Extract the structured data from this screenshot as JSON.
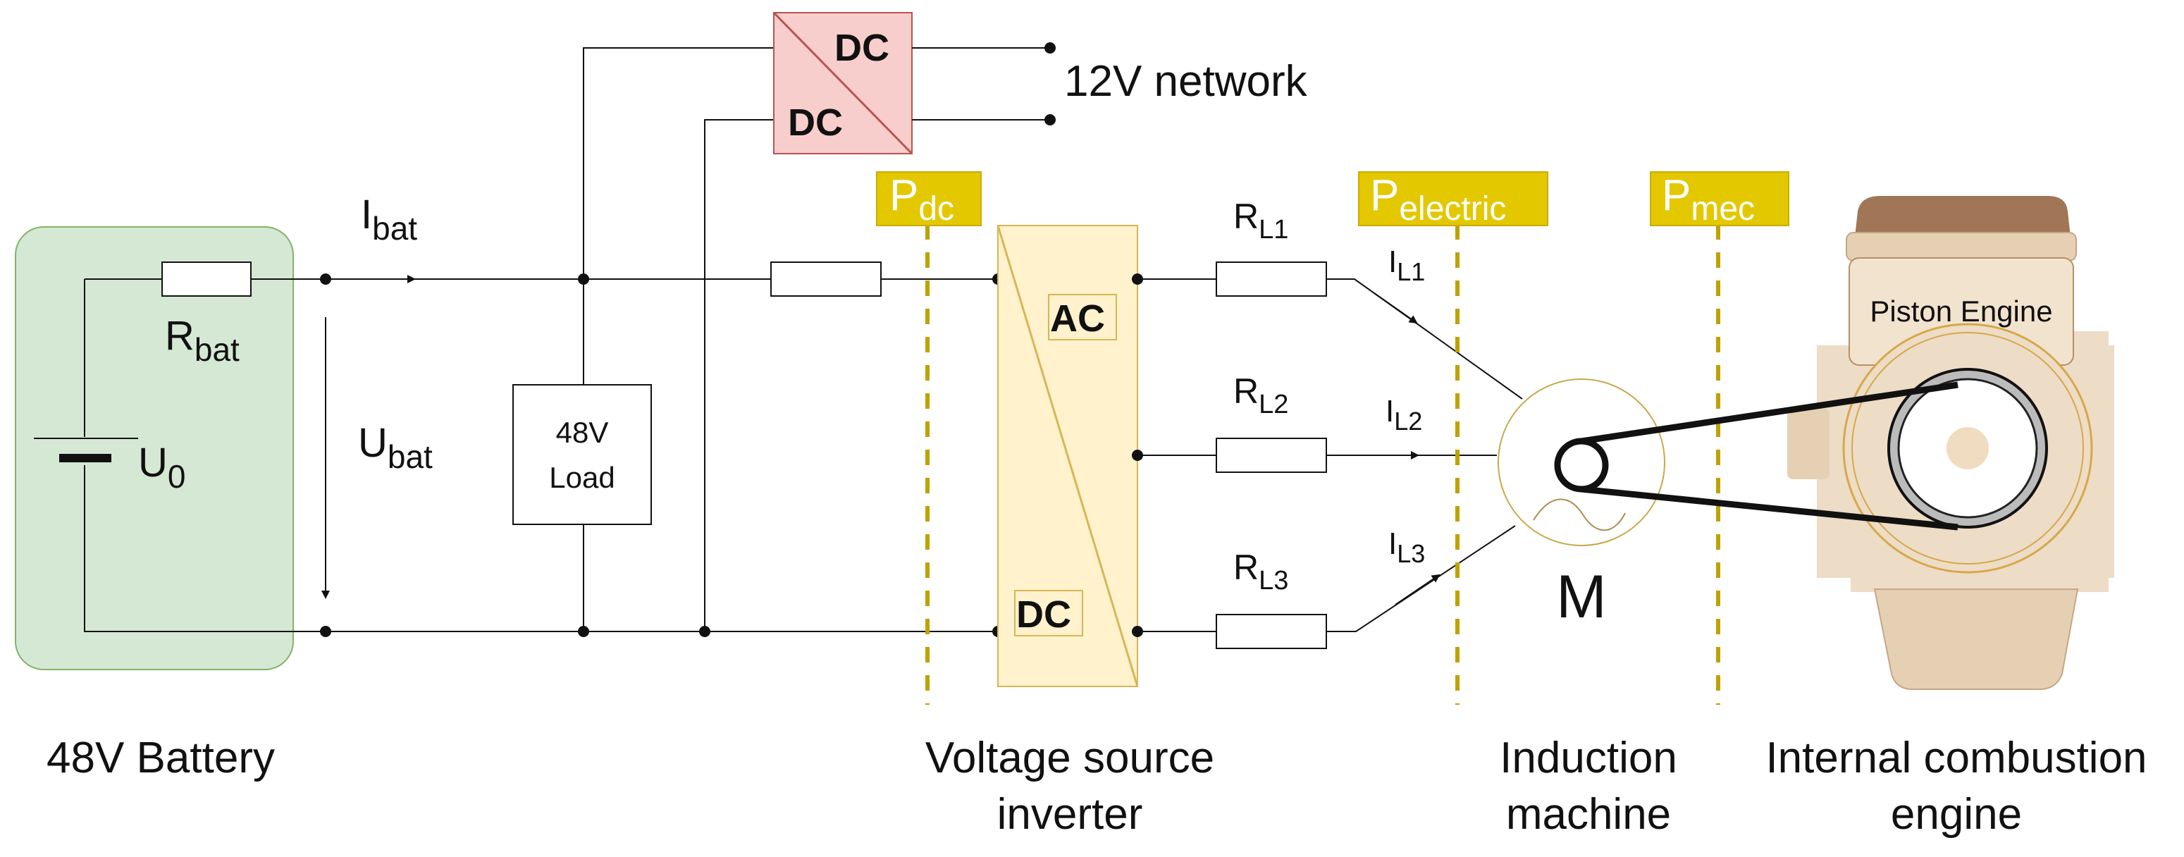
{
  "battery": {
    "label": "48V Battery",
    "current": {
      "main": "I",
      "sub": "bat"
    },
    "voltage": {
      "main": "U",
      "sub": "bat"
    },
    "resistor": {
      "main": "R",
      "sub": "bat"
    },
    "source": {
      "main": "U",
      "sub": "0"
    },
    "fill_color": "#d5e8d4",
    "stroke_color": "#82b366"
  },
  "load": {
    "line1": "48V",
    "line2": "Load"
  },
  "dcdc": {
    "top": "DC",
    "bottom": "DC",
    "network_label": "12V network",
    "fill_color": "#f8cecc",
    "stroke_color": "#b85450"
  },
  "inverter": {
    "ac": "AC",
    "dc": "DC",
    "label_line1": "Voltage source",
    "label_line2": "inverter",
    "fill_color": "#fff2cc",
    "stroke_color": "#d6b656"
  },
  "power_points": [
    {
      "main": "P",
      "sub": "dc"
    },
    {
      "main": "P",
      "sub": "electric"
    },
    {
      "main": "P",
      "sub": "mec"
    }
  ],
  "power_color": "#e3c800",
  "phase_resistors": [
    {
      "main": "R",
      "sub": "L1"
    },
    {
      "main": "R",
      "sub": "L2"
    },
    {
      "main": "R",
      "sub": "L3"
    }
  ],
  "phase_currents": [
    {
      "main": "I",
      "sub": "L1"
    },
    {
      "main": "I",
      "sub": "L2"
    },
    {
      "main": "I",
      "sub": "L3"
    }
  ],
  "machine": {
    "symbol": "M",
    "label_line1": "Induction",
    "label_line2": "machine"
  },
  "engine": {
    "inner": "Piston Engine",
    "label_line1": "Internal combustion",
    "label_line2": "engine"
  }
}
